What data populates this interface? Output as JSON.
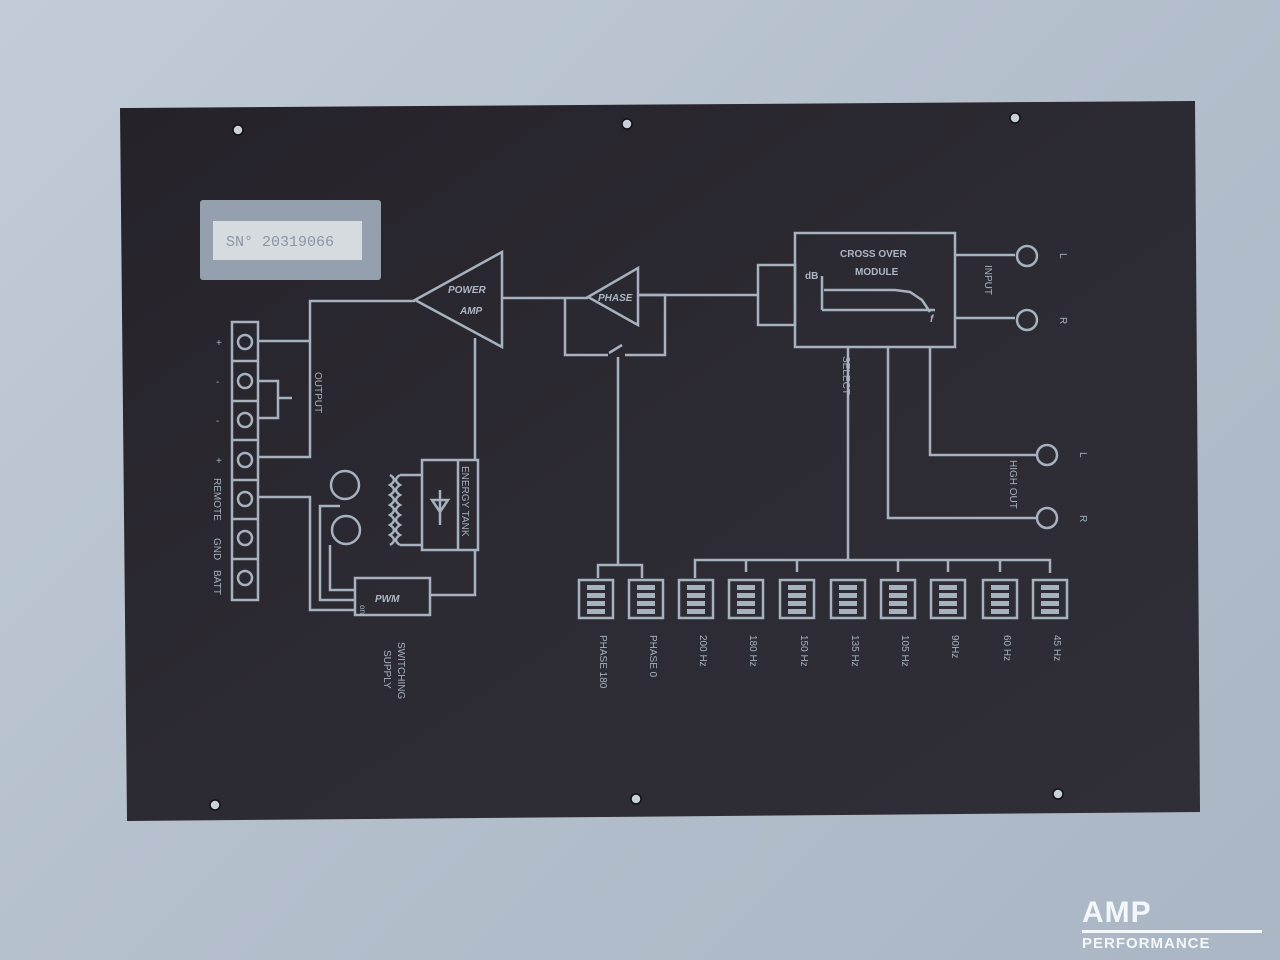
{
  "serial_label": "SN° 20319066",
  "diagram": {
    "power_amp": [
      "POWER",
      "AMP"
    ],
    "phase": "PHASE",
    "crossover": [
      "CROSS OVER",
      "MODULE"
    ],
    "db": "dB",
    "f": "f",
    "select": "SELECT",
    "input": "INPUT",
    "high_out": "HIGH OUT",
    "left": "L",
    "right": "R",
    "output": "OUTPUT",
    "energy_tank": "ENERGY TANK",
    "pwm": "PWM",
    "on": "on",
    "switching_supply": [
      "SWITCHING",
      "SUPPLY"
    ],
    "terminals": [
      "+",
      "-",
      "-",
      "+",
      "REMOTE",
      "GND",
      "BATT"
    ],
    "dip_labels": [
      "PHASE 180",
      "PHASE 0",
      "200 Hz",
      "180 Hz",
      "150 Hz",
      "135 Hz",
      "105 Hz",
      "90Hz",
      "60 Hz",
      "45 Hz"
    ]
  },
  "logo": {
    "brand": "AMP",
    "sub": "PERFORMANCE"
  }
}
